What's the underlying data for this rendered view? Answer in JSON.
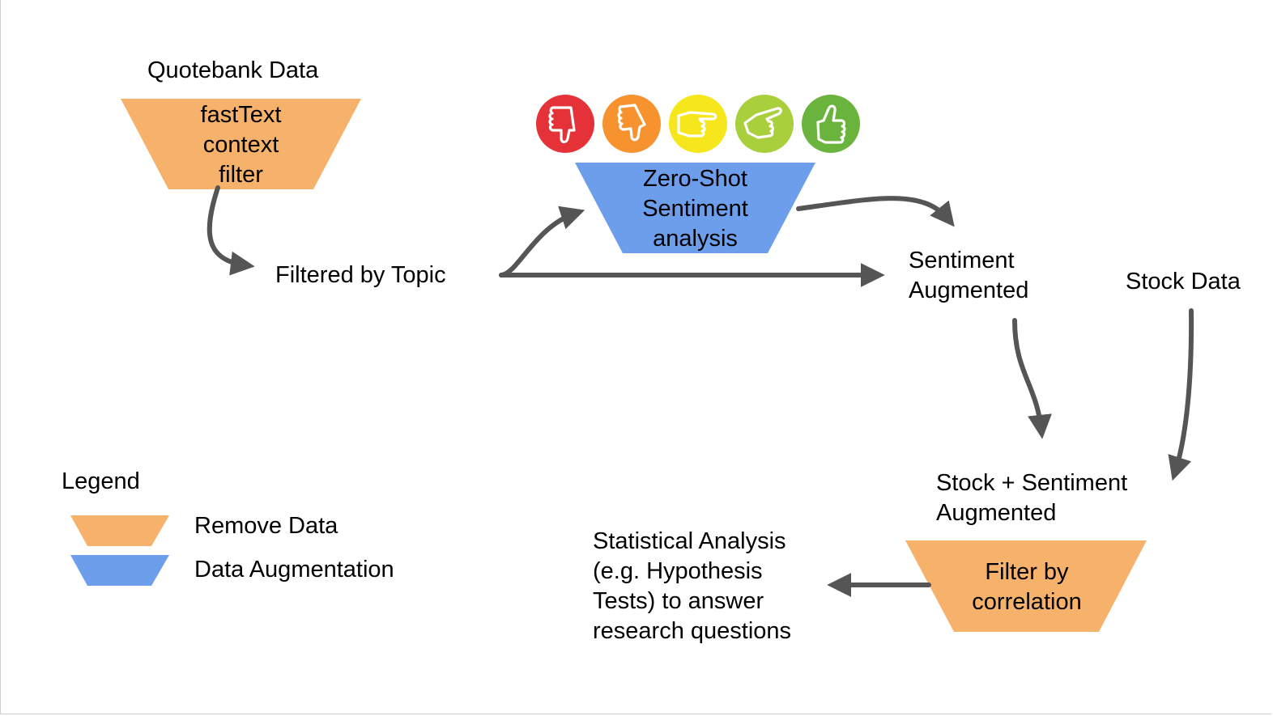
{
  "sources": {
    "quotebank": "Quotebank Data",
    "stock": "Stock Data"
  },
  "nodes": {
    "fasttext_filter": "fastText\ncontext\nfilter",
    "filtered_by_topic": "Filtered by Topic",
    "zero_shot": "Zero-Shot\nSentiment\nanalysis",
    "sentiment_augmented": "Sentiment\nAugmented",
    "stock_sentiment_augmented": "Stock + Sentiment\nAugmented",
    "filter_by_correlation": "Filter by\ncorrelation",
    "statistical_analysis": "Statistical Analysis\n(e.g. Hypothesis\nTests) to answer\nresearch questions"
  },
  "legend": {
    "title": "Legend",
    "remove": "Remove Data",
    "augment": "Data Augmentation"
  },
  "sentiment_icons": [
    {
      "name": "thumbs-down-strong-icon",
      "color": "#e53238"
    },
    {
      "name": "thumbs-down-icon",
      "color": "#f6932e"
    },
    {
      "name": "hand-point-neutral-icon",
      "color": "#f6e61c"
    },
    {
      "name": "hand-point-up-icon",
      "color": "#a9d03c"
    },
    {
      "name": "thumbs-up-icon",
      "color": "#6ab43e"
    }
  ],
  "colors": {
    "remove": "#f6b26b",
    "augment": "#6d9eeb",
    "arrow": "#555555"
  }
}
